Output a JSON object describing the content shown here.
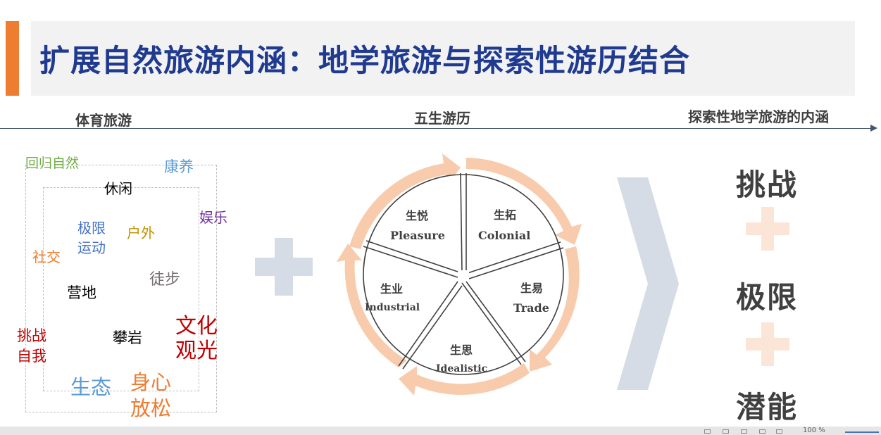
{
  "title": "扩展自然旅游内涵：地学旅游与探索性游历结合",
  "headers": {
    "left": "体育旅游",
    "center": "五生游历",
    "right": "探索性地学旅游的内涵"
  },
  "word_cloud": [
    {
      "text": "回归自然",
      "color": "#70AD47"
    },
    {
      "text": "康养",
      "color": "#5B9BD5"
    },
    {
      "text": "休闲",
      "color": "#000000"
    },
    {
      "text": "娱乐",
      "color": "#7030A0"
    },
    {
      "text": "极限",
      "color": "#4472C4"
    },
    {
      "text": "运动",
      "color": "#4472C4"
    },
    {
      "text": "户外",
      "color": "#BF9000"
    },
    {
      "text": "社交",
      "color": "#ED7D31"
    },
    {
      "text": "徒步",
      "color": "#767171"
    },
    {
      "text": "营地",
      "color": "#000000"
    },
    {
      "text": "文化",
      "color": "#C00000"
    },
    {
      "text": "观光",
      "color": "#C00000"
    },
    {
      "text": "挑战",
      "color": "#C00000"
    },
    {
      "text": "自我",
      "color": "#C00000"
    },
    {
      "text": "攀岩",
      "color": "#000000"
    },
    {
      "text": "生态",
      "color": "#5B9BD5"
    },
    {
      "text": "身心",
      "color": "#ED7D31"
    },
    {
      "text": "放松",
      "color": "#ED7D31"
    }
  ],
  "cycle": [
    {
      "cn": "生悦",
      "en": "Pleasure"
    },
    {
      "cn": "生拓",
      "en": "Colonial"
    },
    {
      "cn": "生易",
      "en": "Trade"
    },
    {
      "cn": "生思",
      "en": "Idealistic"
    },
    {
      "cn": "生业",
      "en": "Industrial"
    }
  ],
  "right_words": [
    "挑战",
    "极限",
    "潜能"
  ],
  "statusbar": {
    "zoom": "100 %"
  },
  "colors": {
    "title": "#1F3A8F",
    "accent": "#ED7D31",
    "arrow": "#F8CBAD",
    "plus_big": "#D6DCE5",
    "plus_small": "#FBE5D6",
    "chevron": "#D6DCE5"
  }
}
